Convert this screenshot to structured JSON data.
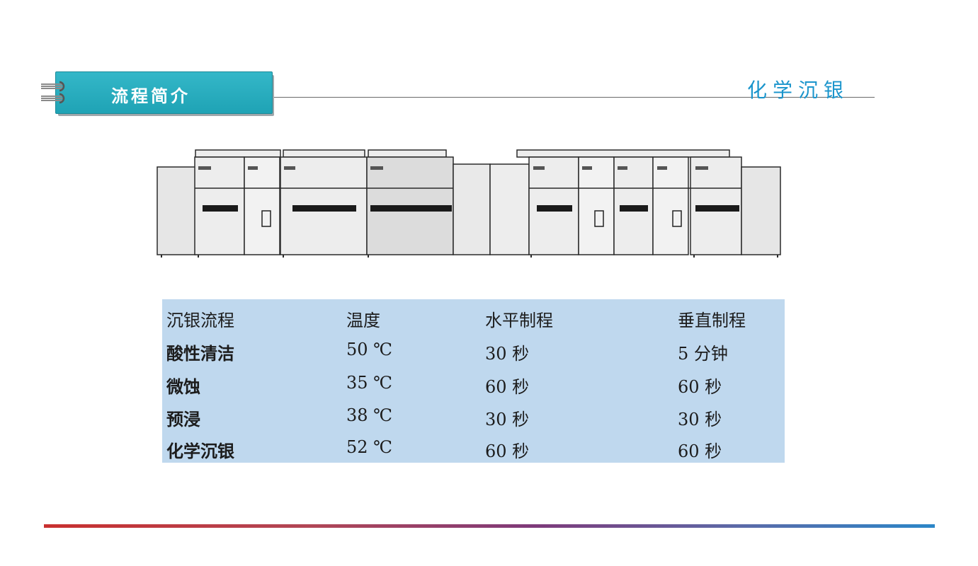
{
  "header": {
    "section_title": "流程简介",
    "topic": "化学沉银"
  },
  "icons": {
    "binder_rings": "binder-rings-icon",
    "equipment": "plating-line-equipment-illustration"
  },
  "table": {
    "headers": [
      "沉银流程",
      "温度",
      "水平制程",
      "垂直制程"
    ],
    "rows": [
      [
        "酸性清洁",
        "50 ℃",
        "30 秒",
        "5 分钟"
      ],
      [
        "微蚀",
        "35 ℃",
        "60 秒",
        "60 秒"
      ],
      [
        "预浸",
        "38 ℃",
        "30 秒",
        "30 秒"
      ],
      [
        "化学沉银",
        "52 ℃",
        "60 秒",
        "60 秒"
      ]
    ]
  },
  "colors": {
    "tab_fill": "#29adbf",
    "topic_text": "#1b95cc",
    "table_fill": "#bfd8ee",
    "bottom_bar_start": "#c9302f",
    "bottom_bar_end": "#2b86c8"
  }
}
